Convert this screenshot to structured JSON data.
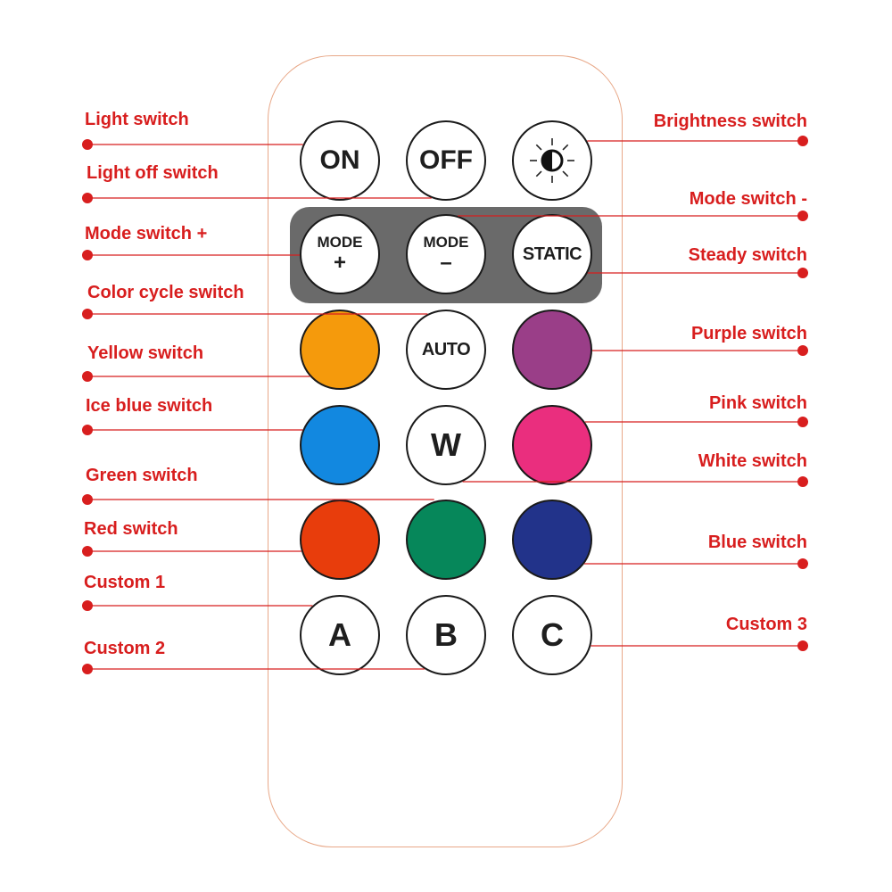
{
  "remote": {
    "buttons": [
      {
        "id": "on",
        "row": 0,
        "col": 0,
        "text": "ON",
        "color": "#ffffff",
        "text_size": "fs-big"
      },
      {
        "id": "off",
        "row": 0,
        "col": 1,
        "text": "OFF",
        "color": "#ffffff",
        "text_size": "fs-big"
      },
      {
        "id": "brightness",
        "row": 0,
        "col": 2,
        "text": "",
        "icon": "brightness-icon",
        "color": "#ffffff"
      },
      {
        "id": "mode-plus",
        "row": 1,
        "col": 0,
        "text": "MODE",
        "text2": "+",
        "color": "#ffffff",
        "text_size": "fs-mode"
      },
      {
        "id": "mode-minus",
        "row": 1,
        "col": 1,
        "text": "MODE",
        "text2": "–",
        "color": "#ffffff",
        "text_size": "fs-mode"
      },
      {
        "id": "static",
        "row": 1,
        "col": 2,
        "text": "STATIC",
        "color": "#ffffff",
        "text_size": "fs-small"
      },
      {
        "id": "yellow",
        "row": 2,
        "col": 0,
        "text": "",
        "color": "#f59a0c"
      },
      {
        "id": "auto",
        "row": 2,
        "col": 1,
        "text": "AUTO",
        "color": "#ffffff",
        "text_size": "fs-small"
      },
      {
        "id": "purple",
        "row": 2,
        "col": 2,
        "text": "",
        "color": "#9a3e88"
      },
      {
        "id": "ice-blue",
        "row": 3,
        "col": 0,
        "text": "",
        "color": "#1288e0"
      },
      {
        "id": "white",
        "row": 3,
        "col": 1,
        "text": "W",
        "color": "#ffffff",
        "text_size": "fs-letter"
      },
      {
        "id": "pink",
        "row": 3,
        "col": 2,
        "text": "",
        "color": "#ea2e7e"
      },
      {
        "id": "red",
        "row": 4,
        "col": 0,
        "text": "",
        "color": "#e83d0c"
      },
      {
        "id": "green",
        "row": 4,
        "col": 1,
        "text": "",
        "color": "#06875a"
      },
      {
        "id": "blue",
        "row": 4,
        "col": 2,
        "text": "",
        "color": "#22338a"
      },
      {
        "id": "custom-a",
        "row": 5,
        "col": 0,
        "text": "A",
        "color": "#ffffff",
        "text_size": "fs-letter"
      },
      {
        "id": "custom-b",
        "row": 5,
        "col": 1,
        "text": "B",
        "color": "#ffffff",
        "text_size": "fs-letter"
      },
      {
        "id": "custom-c",
        "row": 5,
        "col": 2,
        "text": "C",
        "color": "#ffffff",
        "text_size": "fs-letter"
      }
    ]
  },
  "callouts": {
    "color": "#d81e1e",
    "left": [
      {
        "text": "Light switch",
        "target": "on"
      },
      {
        "text": "Light off switch",
        "target": "off"
      },
      {
        "text": "Mode switch +",
        "target": "mode-plus"
      },
      {
        "text": "Color cycle switch",
        "target": "auto"
      },
      {
        "text": "Yellow switch",
        "target": "yellow"
      },
      {
        "text": "Ice blue switch",
        "target": "ice-blue"
      },
      {
        "text": "Green switch",
        "target": "green"
      },
      {
        "text": "Red switch",
        "target": "red"
      },
      {
        "text": "Custom 1",
        "target": "custom-a"
      },
      {
        "text": "Custom 2",
        "target": "custom-b"
      }
    ],
    "right": [
      {
        "text": "Brightness switch",
        "target": "brightness"
      },
      {
        "text": "Mode switch -",
        "target": "mode-minus"
      },
      {
        "text": "Steady switch",
        "target": "static"
      },
      {
        "text": "Purple switch",
        "target": "purple"
      },
      {
        "text": "Pink switch",
        "target": "pink"
      },
      {
        "text": "White switch",
        "target": "white"
      },
      {
        "text": "Blue switch",
        "target": "blue"
      },
      {
        "text": "Custom 3",
        "target": "custom-c"
      }
    ]
  }
}
